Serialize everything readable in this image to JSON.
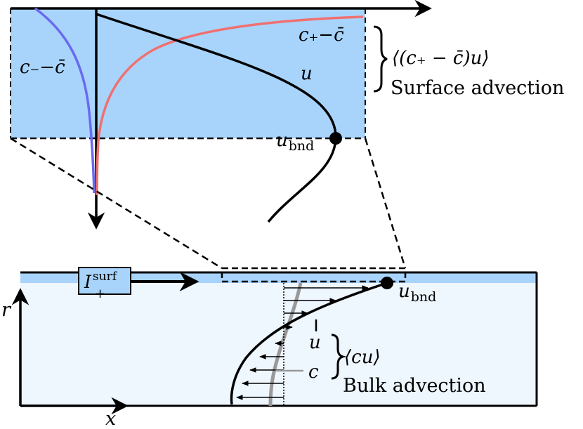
{
  "zoom_panel": {
    "label_c_minus": "c₋−c̄",
    "label_c_plus": "c₊−c̄",
    "label_u": "u",
    "label_u_bnd": "u",
    "label_u_bnd_sub": "bnd",
    "surface_flux": "⟨(c₊ − c̄)u⟩",
    "surface_caption": "Surface advection"
  },
  "channel_panel": {
    "label_r": "r",
    "label_x": "x",
    "source_box_main": "I",
    "source_box_sup": "surf",
    "source_box_sub": "+",
    "label_u_bnd": "u",
    "label_u_bnd_sub": "bnd",
    "label_u": "u",
    "label_c": "c",
    "bulk_flux": "⟨cu⟩",
    "bulk_caption": "Bulk advection"
  },
  "colors": {
    "surface_layer": "#a8d4fc",
    "bulk_region": "#eef6fe",
    "c_minus_curve": "#6a6af0",
    "c_plus_curve": "#f07070",
    "c_bulk_curve": "#999999",
    "ink": "#000000"
  }
}
